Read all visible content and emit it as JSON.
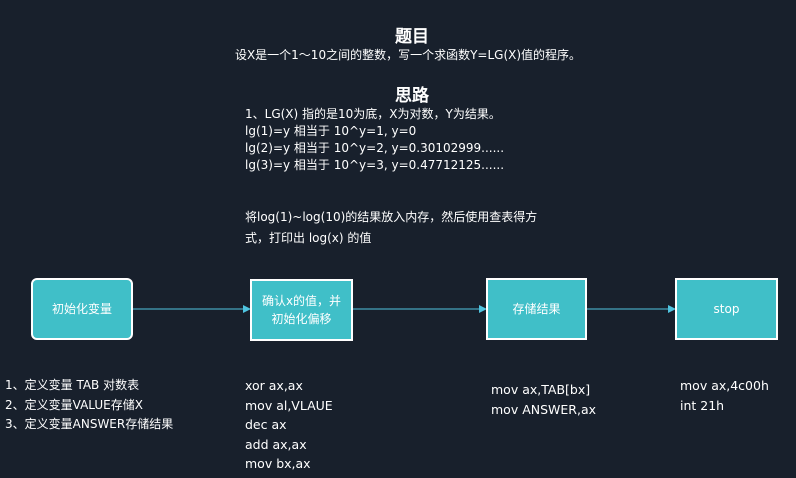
{
  "title": "题目",
  "problem": "设X是一个1～10之间的整数，写一个求函数Y=LG(X)值的程序。",
  "idea_title": "思路",
  "idea_lines": [
    "1、LG(X) 指的是10为底，X为对数，Y为结果。",
    "lg(1)=y 相当于 10^y=1, y=0",
    "lg(2)=y 相当于 10^y=2, y=0.30102999......",
    "lg(3)=y 相当于 10^y=3, y=0.47712125......"
  ],
  "idea_extra": [
    "将log(1)~log(10)的结果放入内存，然后使用查表得方",
    "式，打印出 log(x) 的值"
  ],
  "flow": {
    "nodes": [
      {
        "label": "初始化变量"
      },
      {
        "label": "确认x的值，并初始化偏移"
      },
      {
        "label": "存储结果"
      },
      {
        "label": "stop"
      }
    ],
    "node2_lines": [
      "确认x的值，并",
      "初始化偏移"
    ],
    "edge_color": "#4fc4e0",
    "node_color": "#40bfc8"
  },
  "notes": [
    [
      "1、定义变量 TAB 对数表",
      "2、定义变量VALUE存储X",
      "3、定义变量ANSWER存储结果"
    ],
    [
      "xor ax,ax",
      "mov al,VLAUE",
      "dec ax",
      "add ax,ax",
      "mov bx,ax"
    ],
    [
      "mov ax,TAB[bx]",
      "mov ANSWER,ax"
    ],
    [
      "mov ax,4c00h",
      "int 21h"
    ]
  ]
}
